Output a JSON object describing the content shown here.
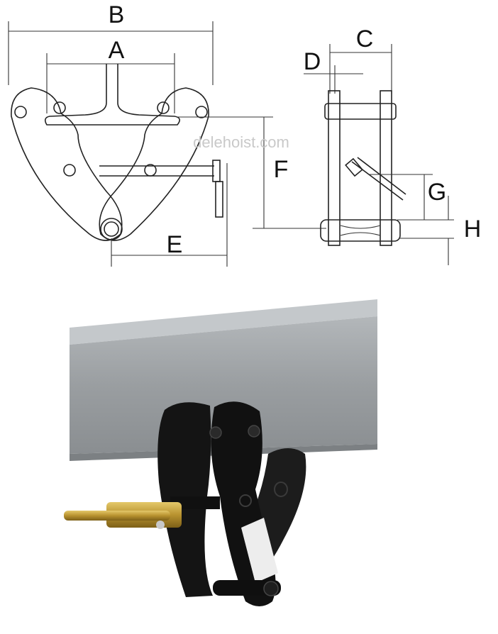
{
  "diagram": {
    "dimension_labels": {
      "a": "A",
      "b": "B",
      "c": "C",
      "d": "D",
      "e": "E",
      "f": "F",
      "g": "G",
      "h": "H"
    },
    "watermark": "delehoist.com",
    "colors": {
      "line": "#222222",
      "steel_beam": "#9ea3a6",
      "clamp_body": "#141414",
      "screw_brass": "#b8922f"
    }
  },
  "photo": {
    "subject": "beam clamp mounted on steel I-beam",
    "label_text": ""
  }
}
